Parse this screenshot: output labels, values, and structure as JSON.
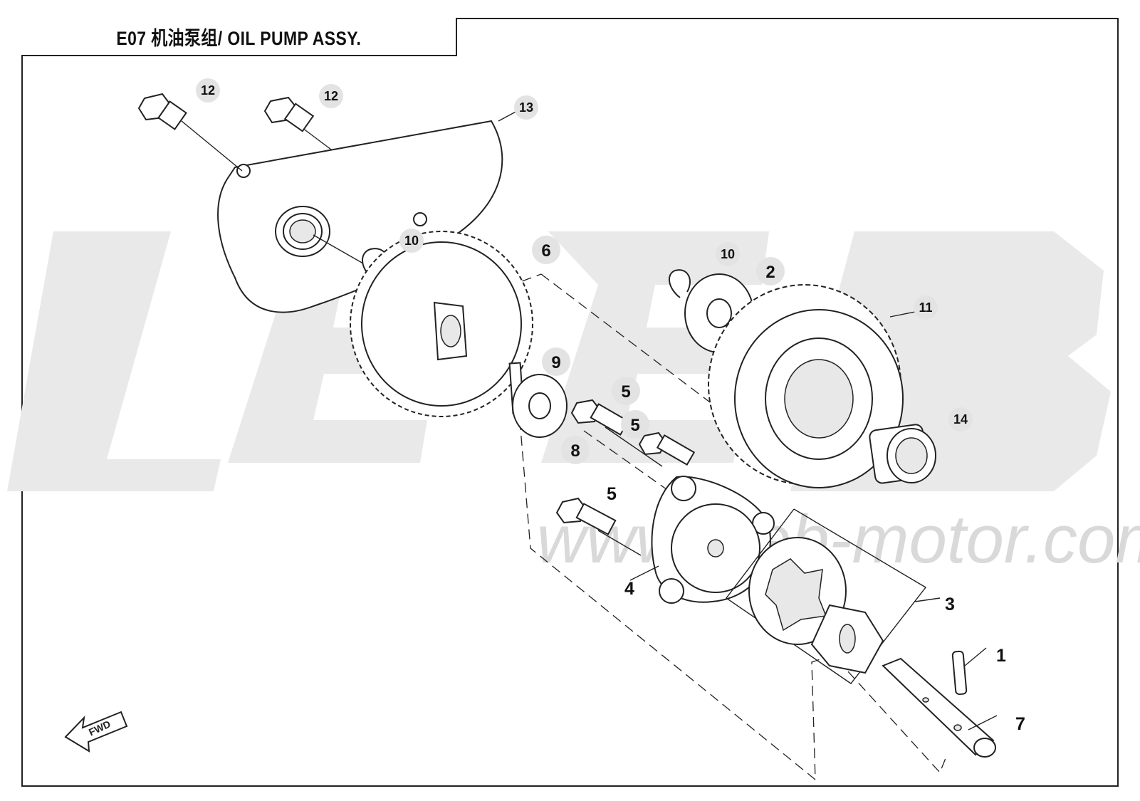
{
  "title": "E07  机油泵组/ OIL PUMP ASSY.",
  "watermark": {
    "logo_text": "LEEB",
    "url": "www.leeb-motor.com"
  },
  "fwd_label": "FWD",
  "callouts": [
    {
      "id": "c1",
      "label": "1"
    },
    {
      "id": "c2",
      "label": "2"
    },
    {
      "id": "c3",
      "label": "3"
    },
    {
      "id": "c4",
      "label": "4"
    },
    {
      "id": "c5a",
      "label": "5"
    },
    {
      "id": "c5b",
      "label": "5"
    },
    {
      "id": "c5c",
      "label": "5"
    },
    {
      "id": "c6",
      "label": "6"
    },
    {
      "id": "c7",
      "label": "7"
    },
    {
      "id": "c8",
      "label": "8"
    },
    {
      "id": "c9",
      "label": "9"
    },
    {
      "id": "c10a",
      "label": "10"
    },
    {
      "id": "c10b",
      "label": "10"
    },
    {
      "id": "c11",
      "label": "11"
    },
    {
      "id": "c12a",
      "label": "12"
    },
    {
      "id": "c12b",
      "label": "12"
    },
    {
      "id": "c13",
      "label": "13"
    },
    {
      "id": "c14",
      "label": "14"
    }
  ],
  "colors": {
    "line": "#222222",
    "watermark": "#dddddd",
    "badge": "#e3e3e3"
  }
}
